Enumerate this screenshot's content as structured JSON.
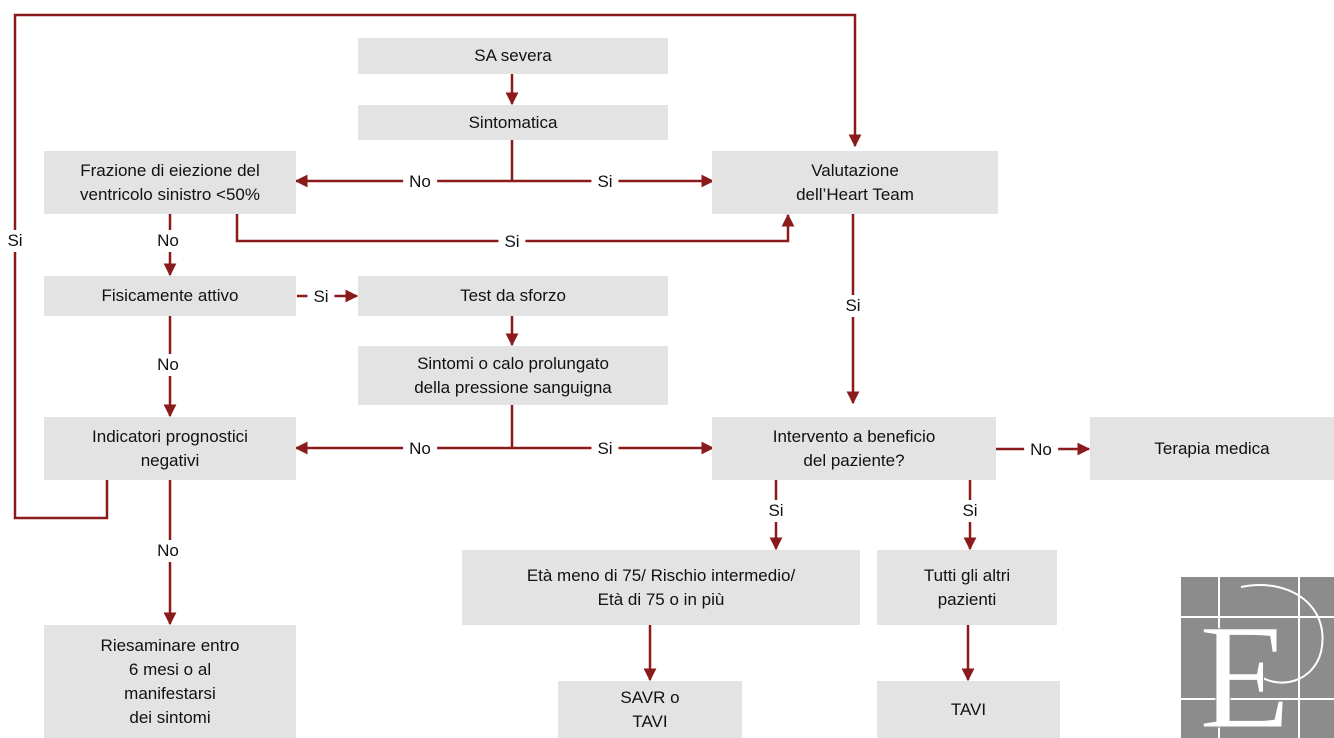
{
  "colors": {
    "box_fill": "#e3e3e3",
    "connector": "#8b1a1a",
    "logo": "#8c8c8c",
    "text": "#111111"
  },
  "boxes": {
    "sa_severa": "SA severa",
    "sintomatica": "Sintomatica",
    "frazione_eiezione": "Frazione di eiezione del\nventricolo sinistro <50%",
    "valutazione_heart_team": "Valutazione\ndell’Heart Team",
    "fisicamente_attivo": "Fisicamente attivo",
    "test_sforzo": "Test da sforzo",
    "sintomi_calo": "Sintomi o calo prolungato\ndella pressione sanguigna",
    "indicatori_prognostici": "Indicatori prognostici\nnegativi",
    "intervento_beneficio": "Intervento a beneficio\ndel paziente?",
    "terapia_medica": "Terapia medica",
    "eta_rischio": "Età meno di 75/ Rischio intermedio/\nEtà di 75 o in più",
    "tutti_altri": "Tutti gli altri\npazienti",
    "riesaminare": "Riesaminare entro\n6 mesi o al\nmanifestarsi\ndei sintomi",
    "savr_tavi": "SAVR o\nTAVI",
    "tavi": "TAVI"
  },
  "labels": {
    "si": "Si",
    "no": "No"
  },
  "logo": {
    "icon": "esc-logo",
    "text": "E"
  }
}
